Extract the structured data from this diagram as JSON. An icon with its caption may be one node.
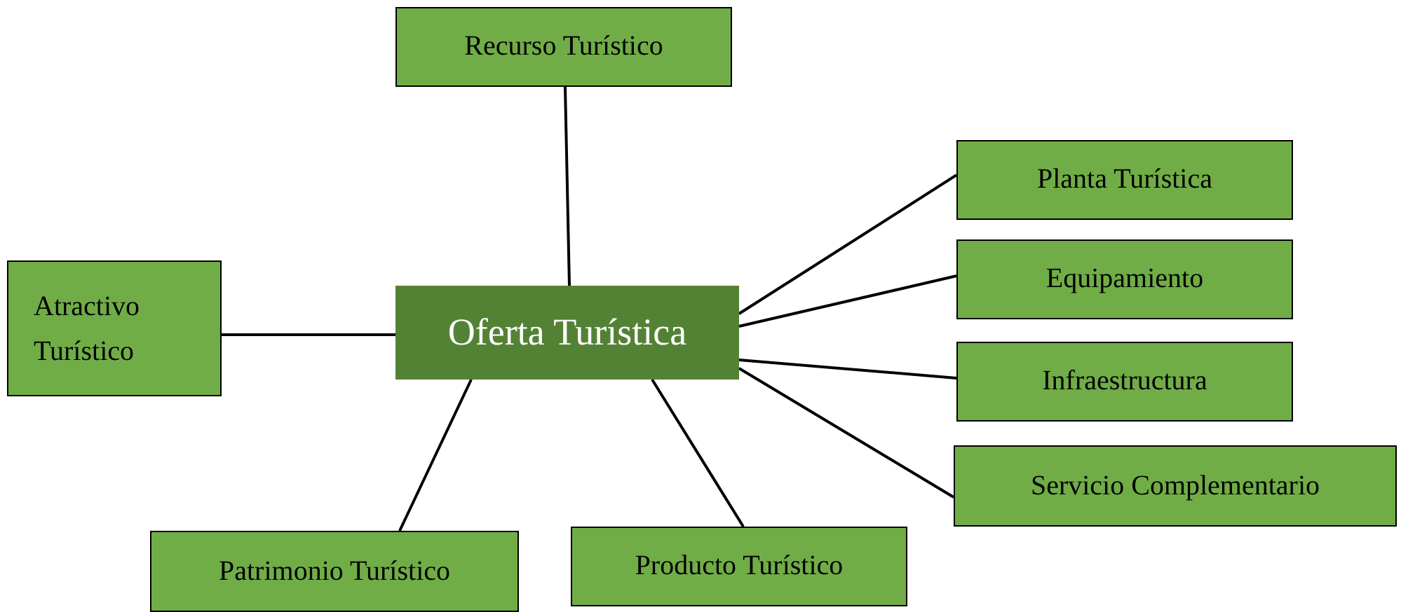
{
  "diagram": {
    "nodes": [
      {
        "text": [
          "Oferta Turística"
        ]
      },
      {
        "text": [
          "Recurso Turístico"
        ]
      },
      {
        "text": [
          "Planta Turística"
        ]
      },
      {
        "text": [
          "Equipamiento"
        ]
      },
      {
        "text": [
          "Atractivo Turístico"
        ]
      },
      {
        "text": [
          "Infraestructura"
        ]
      },
      {
        "text": [
          "Servicio Complementario"
        ]
      },
      {
        "text": [
          "Patrimonio Turístico"
        ]
      },
      {
        "text": [
          "Producto Turístico"
        ]
      }
    ],
    "edges": [
      {
        "from": 0,
        "to": 1,
        "arrow": "none"
      },
      {
        "from": 0,
        "to": 2,
        "arrow": "none"
      },
      {
        "from": 0,
        "to": 3,
        "arrow": "none"
      },
      {
        "from": 0,
        "to": 4,
        "arrow": "none"
      },
      {
        "from": 0,
        "to": 5,
        "arrow": "none"
      },
      {
        "from": 0,
        "to": 6,
        "arrow": "none"
      },
      {
        "from": 0,
        "to": 7,
        "arrow": "none"
      },
      {
        "from": 0,
        "to": 8,
        "arrow": "none"
      }
    ]
  }
}
